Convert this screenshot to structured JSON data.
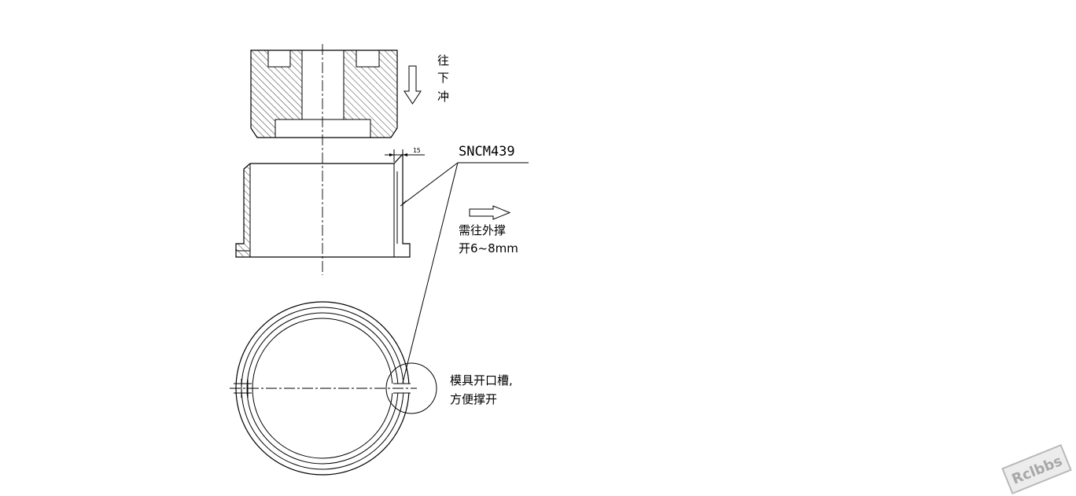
{
  "punch_direction": [
    "往",
    "下",
    "冲"
  ],
  "material_label": "SNCM439",
  "dimension_value": "15",
  "expand_note": [
    "需往外撑",
    "开6~8mm"
  ],
  "slot_note": [
    "模具开口槽,",
    "方便撑开"
  ],
  "watermark": "Rclbbs",
  "colors": {
    "line": "#000000",
    "background": "#ffffff",
    "watermark": "#b8b8b8"
  }
}
